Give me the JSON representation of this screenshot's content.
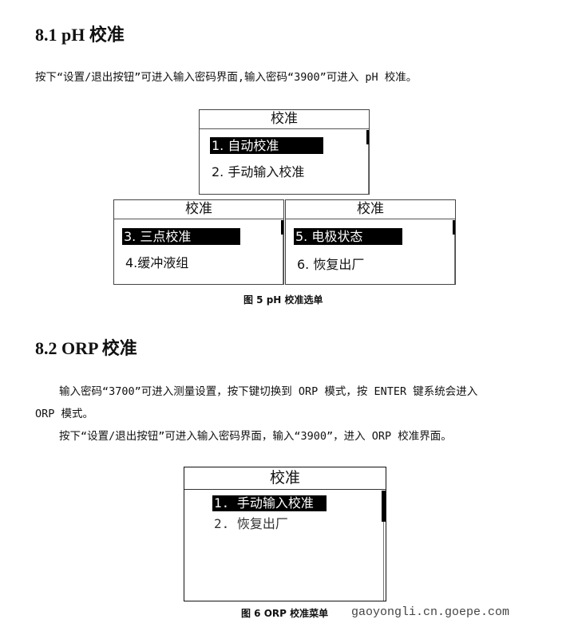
{
  "s1": {
    "heading": "8.1 pH 校准",
    "para": "按下“设置/退出按钮”可进入输入密码界面,输入密码“3900”可进入 pH 校准。"
  },
  "fig5": {
    "box1": {
      "title": "校准",
      "items": [
        "1. 自动校准",
        "2. 手动输入校准"
      ]
    },
    "box2": {
      "title": "校准",
      "items": [
        "3. 三点校准",
        "4.缓冲液组"
      ]
    },
    "box3": {
      "title": "校准",
      "items": [
        "5. 电极状态",
        "6. 恢复出厂"
      ]
    },
    "caption": "图 5 pH  校准选单"
  },
  "s2": {
    "heading": "8.2 ORP 校准",
    "para1a": "输入密码“3700”可进入测量设置，按下键切换到 ORP 模式，按 ENTER 键系统会进入",
    "para1b": "ORP 模式。",
    "para2": "按下“设置/退出按钮”可进入输入密码界面，输入“3900”，进入 ORP 校准界面。"
  },
  "fig6": {
    "box": {
      "title": "校准",
      "items": [
        "1. 手动输入校准",
        "2. 恢复出厂"
      ]
    },
    "caption": "图 6 ORP 校准菜单"
  },
  "watermark": "gaoyongli.cn.goepe.com"
}
